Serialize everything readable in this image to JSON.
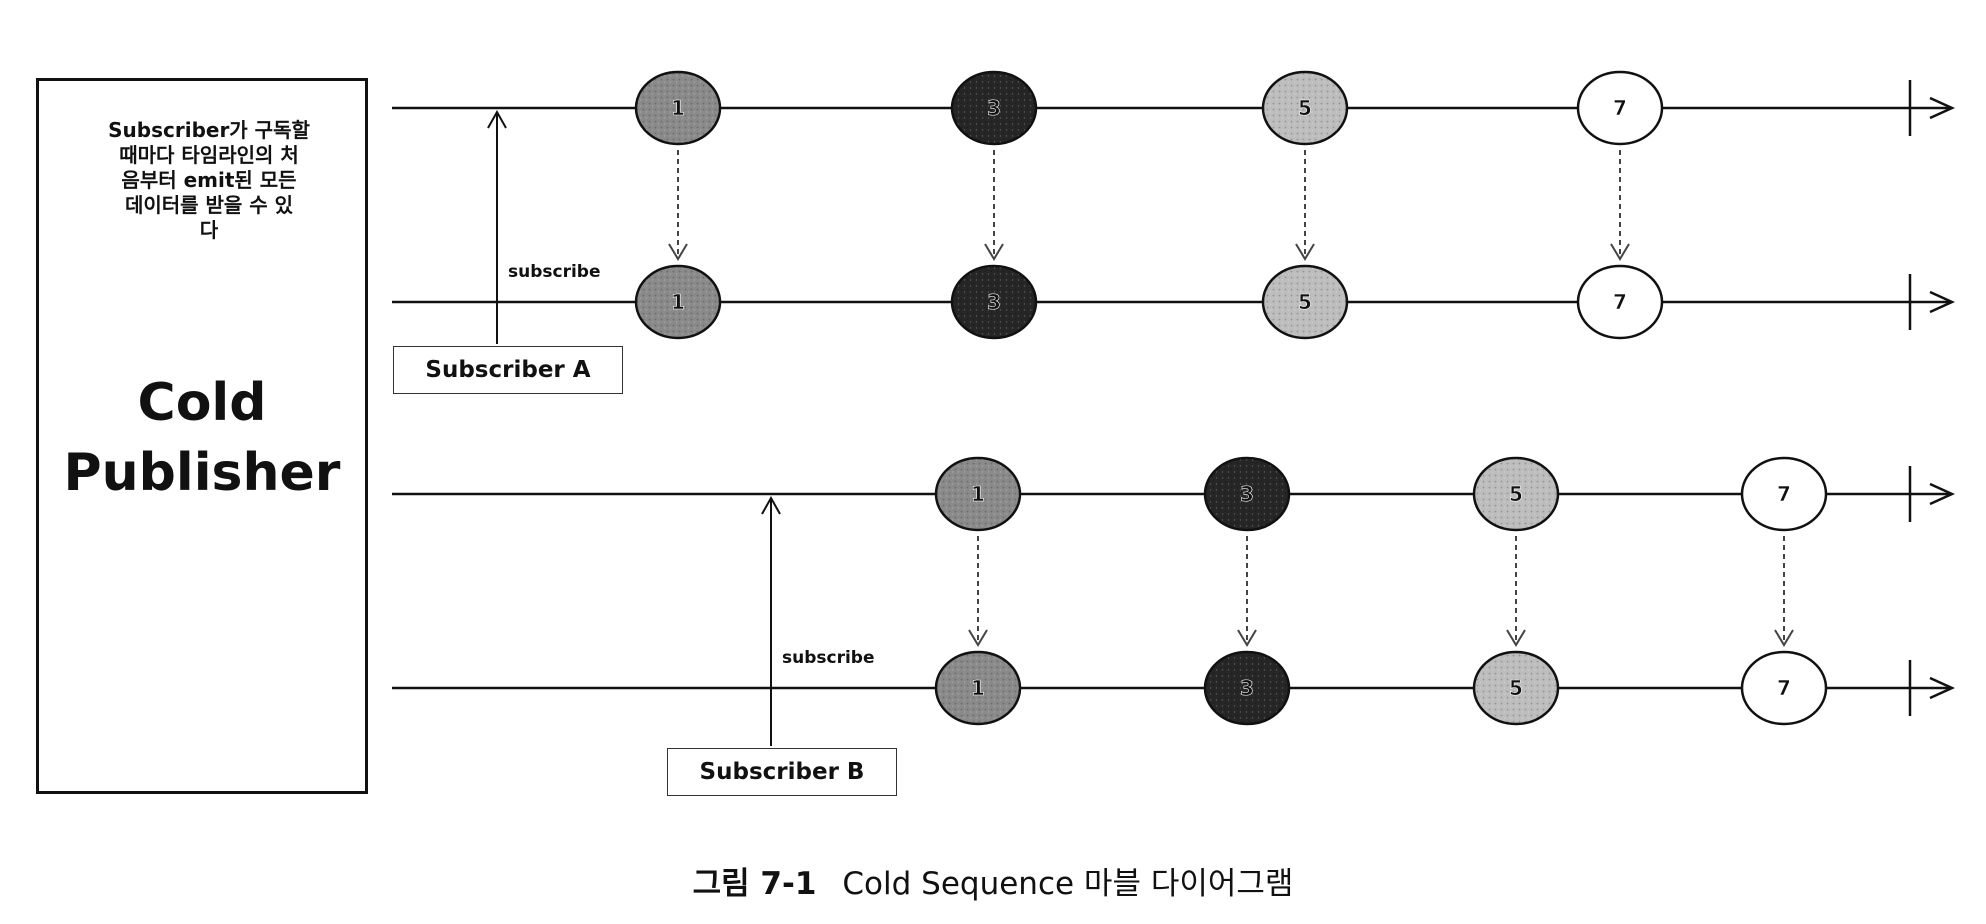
{
  "note": {
    "lines": [
      "Subscriber가 구독할",
      "때마다 타임라인의 처",
      "음부터 emit된 모든",
      "데이터를 받을 수 있",
      "다"
    ]
  },
  "publisher": {
    "line1": "Cold",
    "line2": "Publisher"
  },
  "subscribe_label": "subscribe",
  "subscribers": {
    "a": "Subscriber A",
    "b": "Subscriber B"
  },
  "caption": {
    "number": "그림 7-1",
    "title": "Cold Sequence 마블 다이어그램"
  },
  "marbles": [
    {
      "label": "1",
      "fill": "#8a8a8a"
    },
    {
      "label": "3",
      "fill": "#262626"
    },
    {
      "label": "5",
      "fill": "#bdbdbd"
    },
    {
      "label": "7",
      "fill": "#ffffff"
    }
  ],
  "colors": {
    "line": "#111111",
    "arrow": "#444444"
  }
}
